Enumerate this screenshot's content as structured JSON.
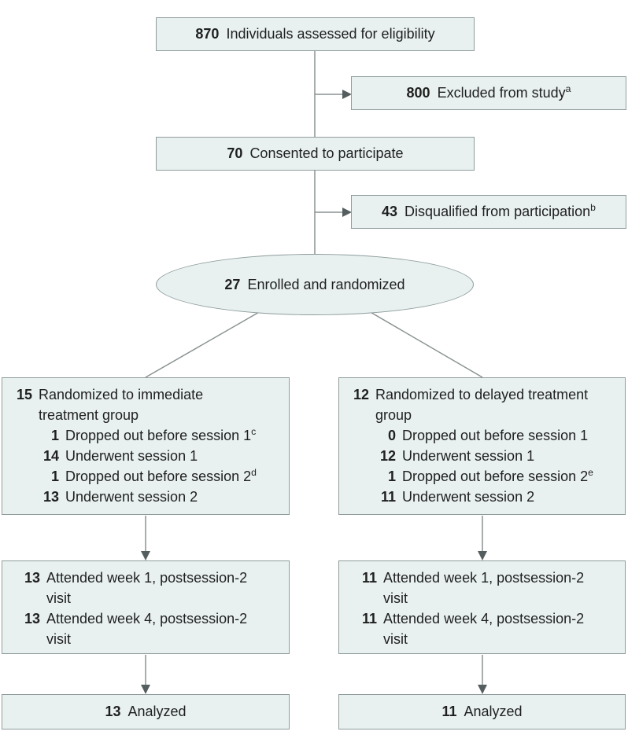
{
  "theme": {
    "bg": "#ffffff",
    "box-fill": "#e8f1f0",
    "box-border": "#8f9c9c",
    "line-color": "#8a9292",
    "arrow-color": "#555e5e",
    "text-color": "#1f1f1f"
  },
  "flow": {
    "assessed": {
      "num": "870",
      "label": "Individuals assessed for eligibility"
    },
    "excluded": {
      "num": "800",
      "label": "Excluded from study",
      "sup": "a"
    },
    "consented": {
      "num": "70",
      "label": "Consented to participate"
    },
    "disqualified": {
      "num": "43",
      "label": "Disqualified from participation",
      "sup": "b"
    },
    "enrolled": {
      "num": "27",
      "label": "Enrolled and randomized"
    },
    "immediate": {
      "num": "15",
      "label": "Randomized to immediate treatment group",
      "subs": [
        {
          "num": "1",
          "label": "Dropped out before session 1",
          "sup": "c"
        },
        {
          "num": "14",
          "label": "Underwent session 1"
        },
        {
          "num": "1",
          "label": "Dropped out before session 2",
          "sup": "d"
        },
        {
          "num": "13",
          "label": "Underwent session 2"
        }
      ]
    },
    "delayed": {
      "num": "12",
      "label": "Randomized to delayed treatment group",
      "subs": [
        {
          "num": "0",
          "label": "Dropped out before session 1"
        },
        {
          "num": "12",
          "label": "Underwent session 1"
        },
        {
          "num": "1",
          "label": "Dropped out before session 2",
          "sup": "e"
        },
        {
          "num": "11",
          "label": "Underwent session 2"
        }
      ]
    },
    "immediate_followup": {
      "items": [
        {
          "num": "13",
          "label": "Attended week 1, postsession-2 visit"
        },
        {
          "num": "13",
          "label": "Attended week 4, postsession-2 visit"
        }
      ]
    },
    "delayed_followup": {
      "items": [
        {
          "num": "11",
          "label": "Attended week 1, postsession-2 visit"
        },
        {
          "num": "11",
          "label": "Attended week 4, postsession-2 visit"
        }
      ]
    },
    "immediate_analyzed": {
      "num": "13",
      "label": "Analyzed"
    },
    "delayed_analyzed": {
      "num": "11",
      "label": "Analyzed"
    }
  }
}
